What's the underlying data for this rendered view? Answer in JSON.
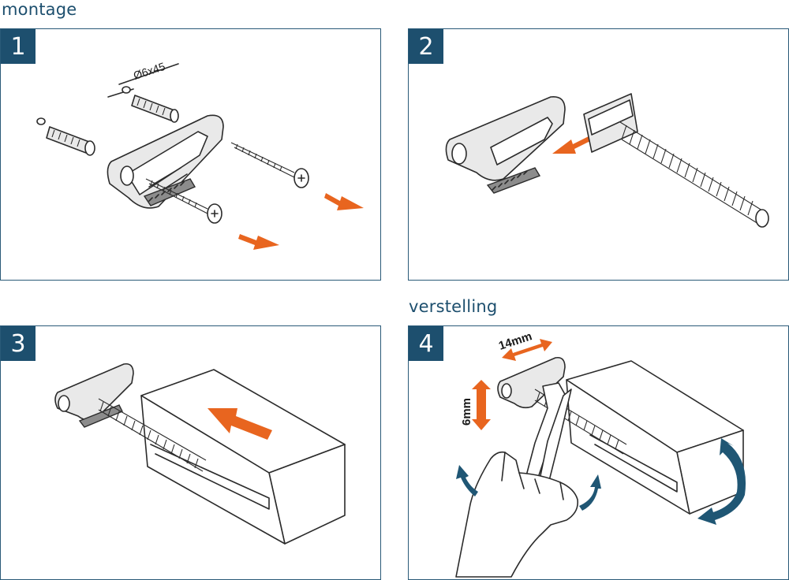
{
  "headings": {
    "montage": "montage",
    "verstelling": "verstelling"
  },
  "steps": [
    {
      "number": "1"
    },
    {
      "number": "2"
    },
    {
      "number": "3"
    },
    {
      "number": "4"
    }
  ],
  "labels": {
    "plug_size": "Ø6x45",
    "horizontal_adjust": "14mm",
    "vertical_adjust": "6mm"
  },
  "colors": {
    "accent_arrow": "#e8651f",
    "rotation_arrow": "#1f5674",
    "badge": "#1d4f6e",
    "frame": "#2a5a78"
  },
  "icons": [
    "arrow-orange-icon",
    "rotate-arrow-blue-icon",
    "hand-icon",
    "wrench-icon"
  ]
}
